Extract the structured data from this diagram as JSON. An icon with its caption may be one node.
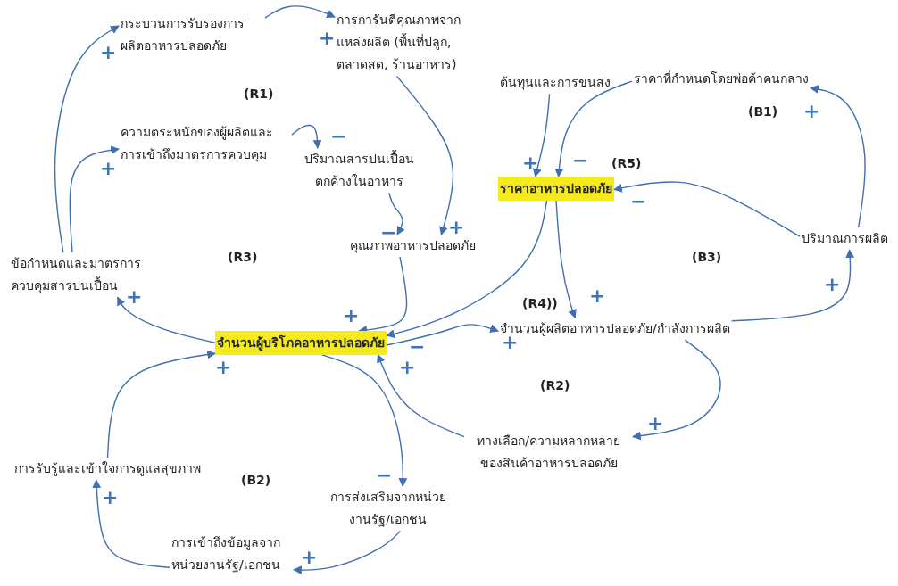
{
  "diagram": {
    "nodes": [
      {
        "text": [
          "กระบวนการรับรองการผลิตอาหารปลอดภัย"
        ]
      },
      {
        "text": [
          "การการันตีคุณภาพจากแหล่งผลิต (พื้นที่ปลูก, ตลาดสด, ร้านอาหาร)"
        ]
      },
      {
        "text": [
          "ความตระหนักของผู้ผลิตและการเข้าถึงมาตรการควบคุม"
        ]
      },
      {
        "text": [
          "ปริมาณสารปนเปื้อนตกค้างในอาหาร"
        ]
      },
      {
        "text": [
          "คุณภาพอาหารปลอดภัย"
        ]
      },
      {
        "text": [
          "ข้อกำหนดและมาตรการควบคุมสารปนเปื้อน"
        ]
      },
      {
        "text": [
          "ต้นทุนและการขนส่ง"
        ]
      },
      {
        "text": [
          "ราคาที่กำหนดโดยพ่อค้าคนกลาง"
        ]
      },
      {
        "text": [
          "ราคาอาหารปลอดภัย"
        ]
      },
      {
        "text": [
          "ปริมาณการผลิต"
        ]
      },
      {
        "text": [
          "จำนวนผู้บริโภคอาหารปลอดภัย"
        ]
      },
      {
        "text": [
          "จำนวนผู้ผลิตอาหารปลอดภัย/กำลังการผลิต"
        ]
      },
      {
        "text": [
          "ทางเลือก/ความหลากหลายของสินค้าอาหารปลอดภัย"
        ]
      },
      {
        "text": [
          "การรับรู้และเข้าใจการดูแลสุขภาพ"
        ]
      },
      {
        "text": [
          "การส่งเสริมจากหน่วยงานรัฐ/เอกชน"
        ]
      },
      {
        "text": [
          "การเข้าถึงข้อมูลจากหน่วยงานรัฐ/เอกชน"
        ]
      }
    ],
    "edges": [
      {
        "from": 5,
        "to": 0,
        "arrow": "to",
        "label": "+"
      },
      {
        "from": 5,
        "to": 2,
        "arrow": "to",
        "label": "+"
      },
      {
        "from": 0,
        "to": 1,
        "arrow": "to",
        "label": "+"
      },
      {
        "from": 2,
        "to": 3,
        "arrow": "to",
        "label": "−"
      },
      {
        "from": 1,
        "to": 4,
        "arrow": "to",
        "label": "+"
      },
      {
        "from": 3,
        "to": 4,
        "arrow": "to",
        "label": "−"
      },
      {
        "from": 4,
        "to": 10,
        "arrow": "to",
        "label": "+"
      },
      {
        "from": 6,
        "to": 8,
        "arrow": "to",
        "label": "+"
      },
      {
        "from": 7,
        "to": 8,
        "arrow": "to",
        "label": "−"
      },
      {
        "from": 9,
        "to": 8,
        "arrow": "to",
        "label": "−"
      },
      {
        "from": 9,
        "to": 7,
        "arrow": "to",
        "label": "+"
      },
      {
        "from": 8,
        "to": 10,
        "arrow": "to",
        "label": "−"
      },
      {
        "from": 8,
        "to": 11,
        "arrow": "to",
        "label": "+"
      },
      {
        "from": 10,
        "to": 11,
        "arrow": "to",
        "label": "+"
      },
      {
        "from": 11,
        "to": 9,
        "arrow": "to",
        "label": "+"
      },
      {
        "from": 11,
        "to": 12,
        "arrow": "to",
        "label": "+"
      },
      {
        "from": 12,
        "to": 10,
        "arrow": "to",
        "label": "+"
      },
      {
        "from": 10,
        "to": 5,
        "arrow": "to",
        "label": "+"
      },
      {
        "from": 10,
        "to": 14,
        "arrow": "to",
        "label": "−"
      },
      {
        "from": 14,
        "to": 15,
        "arrow": "to",
        "label": "+"
      },
      {
        "from": 15,
        "to": 13,
        "arrow": "to",
        "label": "+"
      },
      {
        "from": 13,
        "to": 10,
        "arrow": "to",
        "label": "+"
      }
    ],
    "labels": [
      "(R1)",
      "(R3)",
      "(R5)",
      "(B1)",
      "(B3)",
      "(R4))",
      "(R2)",
      "(B2)"
    ]
  }
}
